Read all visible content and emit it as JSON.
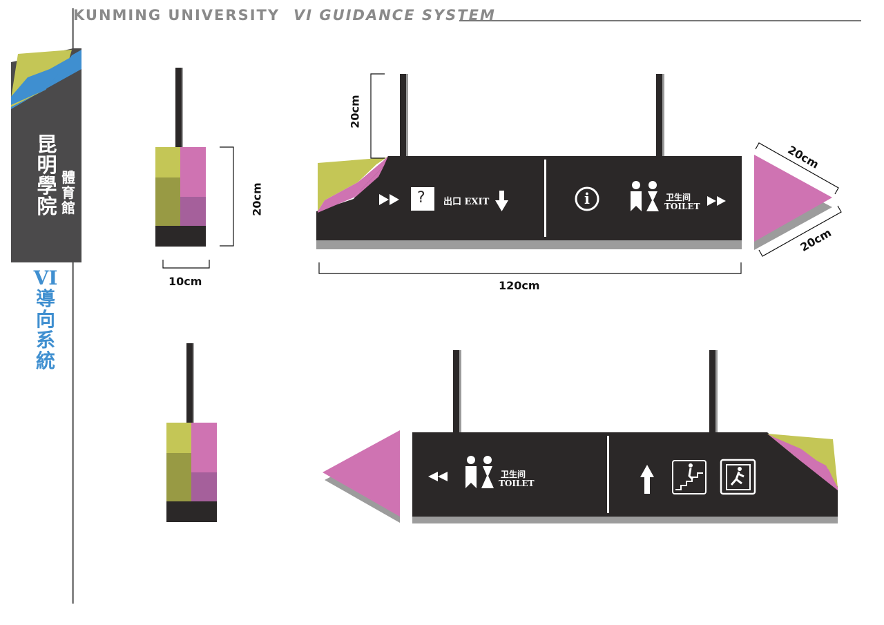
{
  "header": {
    "title_left": "KUNMING UNIVERSITY",
    "title_right": "VI GUIDANCE SYSTEM"
  },
  "side_panel": {
    "name_main": "昆明學院",
    "name_sub": "體育館",
    "vertical_caption": "VI導向系統"
  },
  "dimensions": {
    "small_height": "20cm",
    "small_width": "10cm",
    "large_pole": "20cm",
    "large_width": "120cm",
    "arrow_side_a": "20cm",
    "arrow_side_b": "20cm"
  },
  "sign_top": {
    "exit_label": "出口 EXIT",
    "toilet_cn": "卫生间",
    "toilet_en": "TOILET",
    "question_mark": "?",
    "info_letter": "i"
  },
  "sign_bottom": {
    "toilet_cn": "卫生间",
    "toilet_en": "TOILET"
  },
  "colors": {
    "sign_black": "#2b2828",
    "pink": "#cf73b2",
    "dark_pink": "#a5609b",
    "lime": "#c4c656",
    "olive": "#989a44",
    "blue": "#3f8fd0",
    "panel_grey": "#4b4a4b",
    "shadow_grey": "#9c9c9c"
  },
  "icons": [
    "double-arrow-right-icon",
    "question-icon",
    "down-arrow-icon",
    "info-icon",
    "toilet-people-icon",
    "double-arrow-left-icon",
    "up-arrow-icon",
    "stairs-icon",
    "emergency-exit-icon"
  ]
}
